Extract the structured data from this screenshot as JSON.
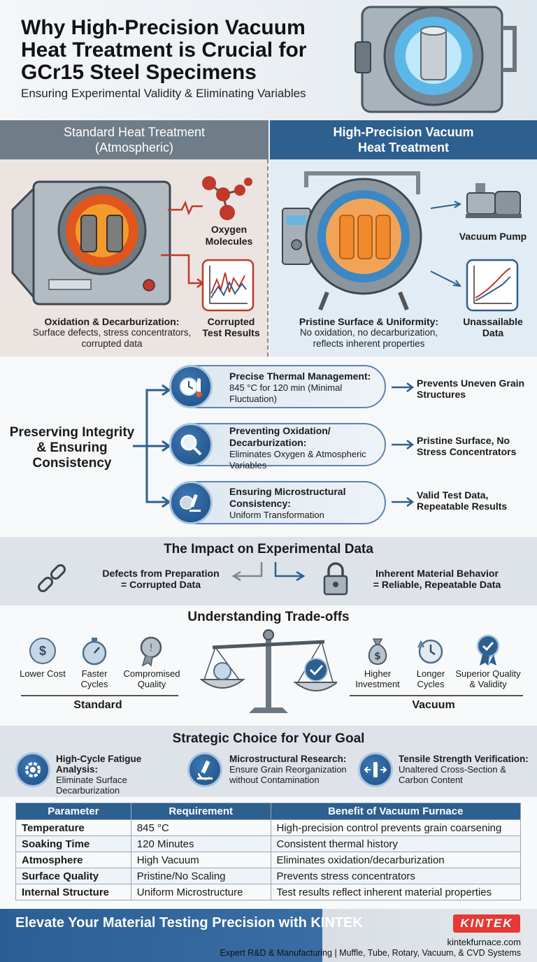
{
  "header": {
    "title": "Why High-Precision Vacuum Heat Treatment is Crucial for GCr15 Steel Specimens",
    "subtitle": "Ensuring Experimental Validity & Eliminating Variables"
  },
  "columns": {
    "left_title": "Standard Heat Treatment (Atmospheric)",
    "right_title": "High-Precision Vacuum Heat Treatment"
  },
  "standard": {
    "oxygen_label": "Oxygen Molecules",
    "corrupted_label": "Corrupted Test Results",
    "caption_title": "Oxidation & Decarburization:",
    "caption_text": "Surface defects, stress concentrators, corrupted data"
  },
  "vacuum": {
    "pump_label": "Vacuum Pump",
    "data_label": "Unassailable Data",
    "caption_title": "Pristine Surface & Uniformity:",
    "caption_text": "No oxidation, no decarburization, reflects inherent properties"
  },
  "integrity": {
    "title": "Preserving Integrity & Ensuring Consistency",
    "items": [
      {
        "title": "Precise Thermal Management:",
        "text": "845 °C for 120 min (Minimal Fluctuation)",
        "result": "Prevents Uneven Grain Structures",
        "icon": "clock-thermometer-icon"
      },
      {
        "title": "Preventing Oxidation/ Decarburization:",
        "text": "Eliminates Oxygen & Atmospheric Variables",
        "result": "Pristine Surface, No Stress Concentrators",
        "icon": "magnifier-icon"
      },
      {
        "title": "Ensuring Microstructural Consistency:",
        "text": "Uniform Transformation",
        "result": "Valid Test Data, Repeatable Results",
        "icon": "microscope-icon"
      }
    ]
  },
  "impact": {
    "title": "The Impact on Experimental Data",
    "left_line1": "Defects from Preparation",
    "left_line2": "= Corrupted Data",
    "right_line1": "Inherent Material Behavior",
    "right_line2": "= Reliable, Repeatable Data"
  },
  "tradeoffs": {
    "title": "Understanding Trade-offs",
    "standard_label": "Standard",
    "vacuum_label": "Vacuum",
    "standard_items": [
      "Lower Cost",
      "Faster Cycles",
      "Compromised Quality"
    ],
    "vacuum_items": [
      "Higher Investment",
      "Longer Cycles",
      "Superior Quality & Validity"
    ]
  },
  "goal": {
    "title": "Strategic Choice for Your Goal",
    "items": [
      {
        "title": "High-Cycle Fatigue Analysis:",
        "text": "Eliminate Surface Decarburization"
      },
      {
        "title": "Microstructural Research:",
        "text": "Ensure Grain Reorganization without Contamination"
      },
      {
        "title": "Tensile Strength Verification:",
        "text": "Unaltered Cross-Section & Carbon Content"
      }
    ]
  },
  "table": {
    "headers": [
      "Parameter",
      "Requirement",
      "Benefit of Vacuum Furnace"
    ],
    "rows": [
      [
        "Temperature",
        "845 °C",
        "High-precision control prevents grain coarsening"
      ],
      [
        "Soaking Time",
        "120 Minutes",
        "Consistent thermal history"
      ],
      [
        "Atmosphere",
        "High Vacuum",
        "Eliminates oxidation/decarburization"
      ],
      [
        "Surface Quality",
        "Pristine/No Scaling",
        "Prevents stress concentrators"
      ],
      [
        "Internal Structure",
        "Uniform Microstructure",
        "Test results reflect inherent material properties"
      ]
    ]
  },
  "footer": {
    "headline": "Elevate Your Material Testing Precision with KINTEK",
    "logo": "KINTEK",
    "website": "kintekfurnace.com",
    "tagline": "Expert R&D & Manufacturing | Muffle, Tube, Rotary, Vacuum, & CVD Systems"
  },
  "colors": {
    "accent": "#2d5f8f",
    "header_gray": "#6f7d88",
    "fire": "#e0561c",
    "danger": "#c0392b"
  }
}
